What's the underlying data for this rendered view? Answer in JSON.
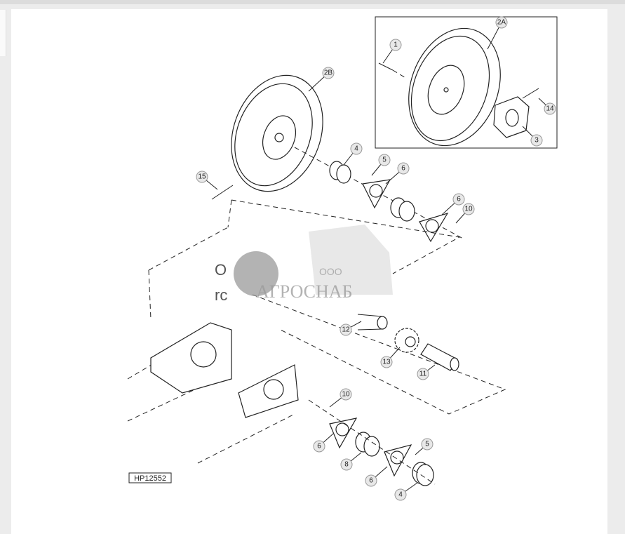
{
  "figure_id": "HP12552",
  "watermark": {
    "prefix": "ООО",
    "name": "АГРОСНАБ"
  },
  "partial_text": [
    "O",
    "rc"
  ],
  "callouts": [
    "1",
    "2A",
    "14",
    "3",
    "2B",
    "15",
    "4",
    "5",
    "6",
    "6",
    "10",
    "12",
    "13",
    "11",
    "10",
    "6",
    "8",
    "6",
    "5",
    "4"
  ],
  "colors": {
    "line": "#222222",
    "callout_fill": "#e8e8e8",
    "watermark": "#9a9a9a"
  }
}
